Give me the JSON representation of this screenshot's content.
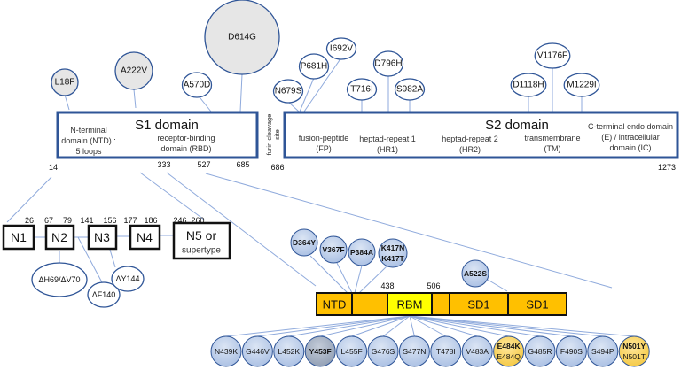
{
  "colors": {
    "domain_border": "#2f5597",
    "circle_stroke": "#2f5597",
    "circle_fill_grey": "#e6e6e6",
    "circle_fill_white": "#ffffff",
    "link_line": "#8faadc",
    "rbd_orange": "#ffc000",
    "rbm_yellow": "#ffff00",
    "rbd_circle_fill": "#b4c7e7",
    "rbd_circle_dark": "#9aa9c2",
    "rbd_circle_highlight": "#ffd966"
  },
  "s1": {
    "title": "S1 domain",
    "ntd_label": [
      "N-terminal",
      "domain (NTD) :",
      "5 loops"
    ],
    "rbd_label": [
      "receptor-binding",
      "domain (RBD)"
    ],
    "positions": [
      "14",
      "333",
      "527",
      "685"
    ]
  },
  "furin": {
    "label": [
      "furin cleavage",
      "site"
    ]
  },
  "s2": {
    "title": "S2 domain",
    "sublabels": [
      [
        "fusion-peptide",
        "(FP)"
      ],
      [
        "heptad-repeat 1",
        "(HR1)"
      ],
      [
        "heptad-repeat 2",
        "(HR2)"
      ],
      [
        "transmembrane",
        "(TM)"
      ],
      [
        "C-terminal endo domain",
        "(E) / intracellular",
        "domain (IC)"
      ]
    ],
    "positions": [
      "686",
      "1273"
    ]
  },
  "spike_mutations": [
    {
      "name": "L18F",
      "fill": "grey"
    },
    {
      "name": "A222V",
      "fill": "grey"
    },
    {
      "name": "A570D",
      "fill": "white"
    },
    {
      "name": "D614G",
      "fill": "grey"
    },
    {
      "name": "N679S",
      "fill": "white"
    },
    {
      "name": "P681H",
      "fill": "white"
    },
    {
      "name": "I692V",
      "fill": "white"
    },
    {
      "name": "T716I",
      "fill": "white"
    },
    {
      "name": "D796H",
      "fill": "white"
    },
    {
      "name": "S982A",
      "fill": "white"
    },
    {
      "name": "D1118H",
      "fill": "white"
    },
    {
      "name": "V1176F",
      "fill": "white"
    },
    {
      "name": "M1229I",
      "fill": "white"
    }
  ],
  "ntd_loops": {
    "boxes": [
      {
        "label": "N1",
        "start": "",
        "end": "26"
      },
      {
        "label": "N2",
        "start": "67",
        "end": "79"
      },
      {
        "label": "N3",
        "start": "141",
        "end": "156"
      },
      {
        "label": "N4",
        "start": "177",
        "end": "186"
      },
      {
        "label": "N5 or",
        "label2": "supertype",
        "start": "246",
        "end": "260"
      }
    ],
    "deletions": [
      "ΔH69/ΔV70",
      "ΔF140",
      "ΔY144"
    ]
  },
  "rbd_bar": {
    "segments": [
      "NTD",
      "",
      "RBM",
      "",
      "SD1",
      "SD1"
    ],
    "positions": [
      "438",
      "506"
    ],
    "upper_mutations": [
      "D364Y",
      "V367F",
      "P384A",
      "K417N",
      "K417T",
      "A522S"
    ],
    "lower_mutations": [
      {
        "line1": "N439K",
        "line2": "",
        "style": "blue"
      },
      {
        "line1": "G446V",
        "line2": "",
        "style": "blue"
      },
      {
        "line1": "L452K",
        "line2": "",
        "style": "blue"
      },
      {
        "line1": "Y453F",
        "line2": "",
        "style": "dark"
      },
      {
        "line1": "L455F",
        "line2": "",
        "style": "blue"
      },
      {
        "line1": "G476S",
        "line2": "",
        "style": "blue"
      },
      {
        "line1": "S477N",
        "line2": "",
        "style": "blue"
      },
      {
        "line1": "T478I",
        "line2": "",
        "style": "blue"
      },
      {
        "line1": "V483A",
        "line2": "",
        "style": "blue"
      },
      {
        "line1": "E484K",
        "line2": "E484Q",
        "style": "yellow"
      },
      {
        "line1": "G485R",
        "line2": "",
        "style": "blue"
      },
      {
        "line1": "F490S",
        "line2": "",
        "style": "blue"
      },
      {
        "line1": "S494P",
        "line2": "",
        "style": "blue"
      },
      {
        "line1": "N501Y",
        "line2": "N501T",
        "style": "yellow"
      }
    ]
  }
}
